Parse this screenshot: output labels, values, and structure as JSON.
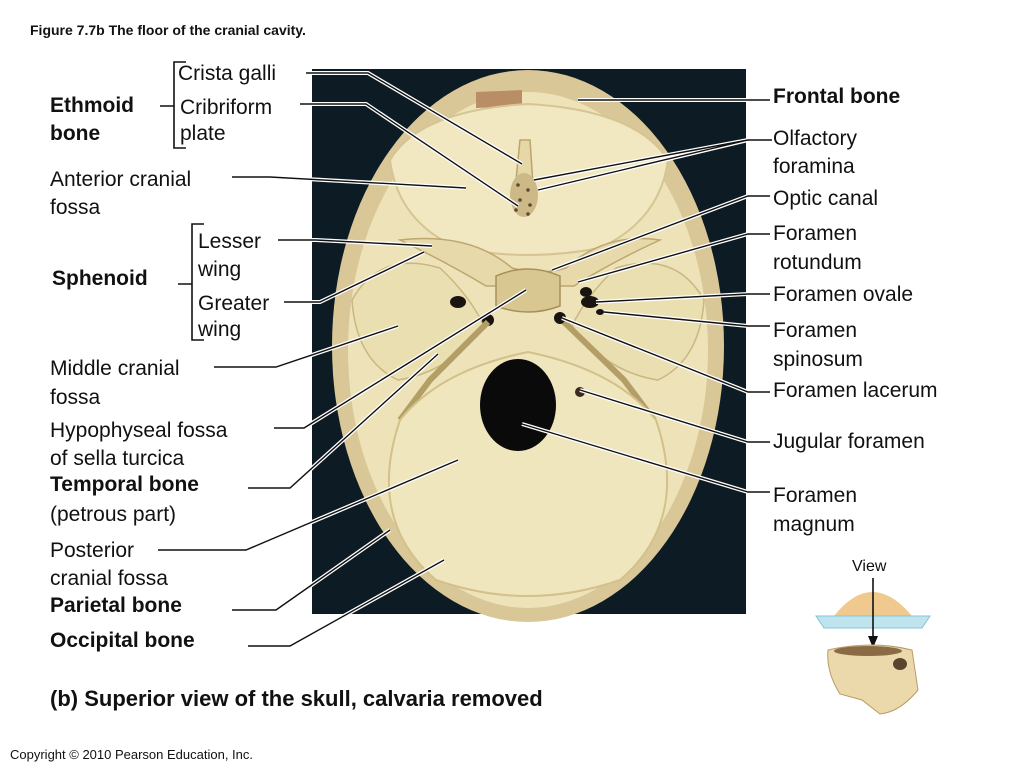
{
  "figure_title": "Figure 7.7b  The floor of the cranial cavity.",
  "caption": "(b) Superior view of the skull, calvaria removed",
  "copyright": "Copyright © 2010 Pearson Education, Inc.",
  "view_label": "View",
  "colors": {
    "background_panel": "#0d1b24",
    "bone": "#eee3b8",
    "bone_shadow": "#cbb98a",
    "text": "#111111"
  },
  "groups": {
    "ethmoid": [
      "Ethmoid",
      "bone"
    ],
    "sphenoid": "Sphenoid"
  },
  "labels_left": {
    "crista_galli": "Crista galli",
    "cribriform": [
      "Cribriform",
      "plate"
    ],
    "anterior_fossa": [
      "Anterior cranial",
      "fossa"
    ],
    "lesser_wing": [
      "Lesser",
      "wing"
    ],
    "greater_wing": [
      "Greater",
      "wing"
    ],
    "middle_fossa": [
      "Middle cranial",
      "fossa"
    ],
    "hypophyseal": [
      "Hypophyseal fossa",
      "of sella turcica"
    ],
    "temporal": [
      "Temporal bone",
      "(petrous part)"
    ],
    "posterior_fossa": [
      "Posterior",
      "cranial fossa"
    ],
    "parietal": "Parietal bone",
    "occipital": "Occipital bone"
  },
  "labels_right": {
    "frontal": "Frontal bone",
    "olfactory": [
      "Olfactory",
      "foramina"
    ],
    "optic": "Optic canal",
    "rotundum": [
      "Foramen",
      "rotundum"
    ],
    "ovale": "Foramen ovale",
    "spinosum": [
      "Foramen",
      "spinosum"
    ],
    "lacerum": "Foramen lacerum",
    "jugular": "Jugular foramen",
    "magnum": [
      "Foramen",
      "magnum"
    ]
  }
}
